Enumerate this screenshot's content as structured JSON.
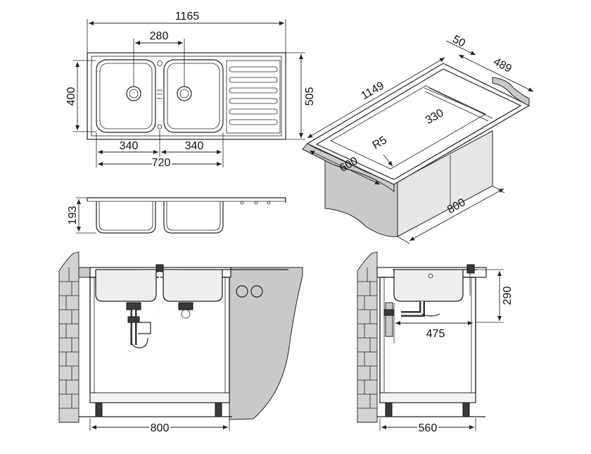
{
  "dimensions": {
    "top_overall_width": "1165",
    "top_bowl_spacing": "280",
    "top_depth": "400",
    "top_overall_depth": "505",
    "top_bowl_left": "340",
    "top_bowl_right": "340",
    "top_bowls_total": "720",
    "side_bowl_depth": "193",
    "iso_length": "1149",
    "iso_edge": "50",
    "iso_overhang": "489",
    "iso_drainer": "330",
    "iso_radius": "R5",
    "iso_depth": "600",
    "iso_cabinet": "800",
    "front_cabinet_width": "800",
    "side_height": "290",
    "side_drain_offset": "475",
    "side_cabinet_depth": "560"
  }
}
